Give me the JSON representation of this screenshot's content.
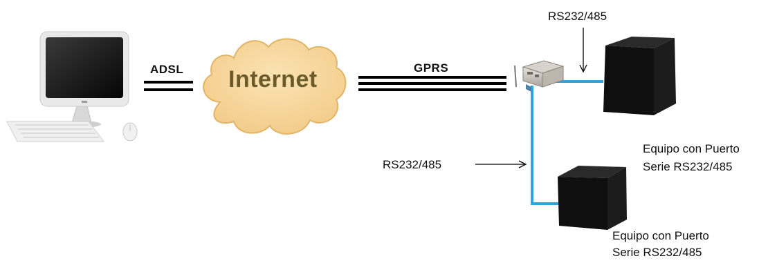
{
  "labels": {
    "adsl": "ADSL",
    "internet": "Internet",
    "gprs": "GPRS",
    "rs_top": "RS232/485",
    "rs_left": "RS232/485",
    "device1_line1": "Equipo con Puerto",
    "device1_line2": "Serie RS232/485",
    "device2_line1": "Equipo con Puerto",
    "device2_line2": "Serie RS232/485"
  },
  "colors": {
    "cable": "#2ea3de",
    "cloud_fill": "#f7d79a",
    "cloud_stroke": "#e4b35a",
    "cube_dark": "#141414",
    "link_lines": "#000000"
  },
  "icons": {
    "computer": "desktop-computer-icon",
    "cloud": "internet-cloud-icon",
    "modem": "gprs-modem-icon",
    "device": "black-cube-device-icon"
  }
}
